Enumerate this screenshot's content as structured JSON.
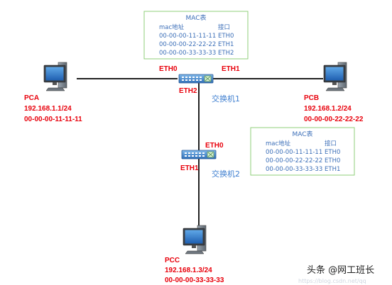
{
  "colors": {
    "label_red": "#e8000b",
    "switch_blue": "#3f7fd0",
    "table_border": "#8fcf7a",
    "table_text": "#3c6fb8"
  },
  "switch1": {
    "name": "交换机1",
    "port_left": "ETH0",
    "port_right": "ETH1",
    "port_down": "ETH2"
  },
  "switch2": {
    "name": "交换机2",
    "port_up": "ETH0",
    "port_left": "ETH1"
  },
  "pca": {
    "name": "PCA",
    "ip": "192.168.1.1/24",
    "mac": "00-00-00-11-11-11"
  },
  "pcb": {
    "name": "PCB",
    "ip": "192.168.1.2/24",
    "mac": "00-00-00-22-22-22"
  },
  "pcc": {
    "name": "PCC",
    "ip": "192.168.1.3/24",
    "mac": "00-00-00-33-33-33"
  },
  "mac_table_1": {
    "title": "MAC表",
    "col_mac": "mac地址",
    "col_port": "接口",
    "rows": [
      {
        "mac": "00-00-00-11-11-11",
        "port": "ETH0"
      },
      {
        "mac": "00-00-00-22-22-22",
        "port": "ETH1"
      },
      {
        "mac": "00-00-00-33-33-33",
        "port": "ETH2"
      }
    ]
  },
  "mac_table_2": {
    "title": "MAC表",
    "col_mac": "mac地址",
    "col_port": "接口",
    "rows": [
      {
        "mac": "00-00-00-11-11-11",
        "port": "ETH0"
      },
      {
        "mac": "00-00-00-22-22-22",
        "port": "ETH0"
      },
      {
        "mac": "00-00-00-33-33-33",
        "port": "ETH1"
      }
    ]
  },
  "watermark": {
    "text": "头条 @网工班长",
    "url": "https://blog.csdn.net/qq"
  }
}
